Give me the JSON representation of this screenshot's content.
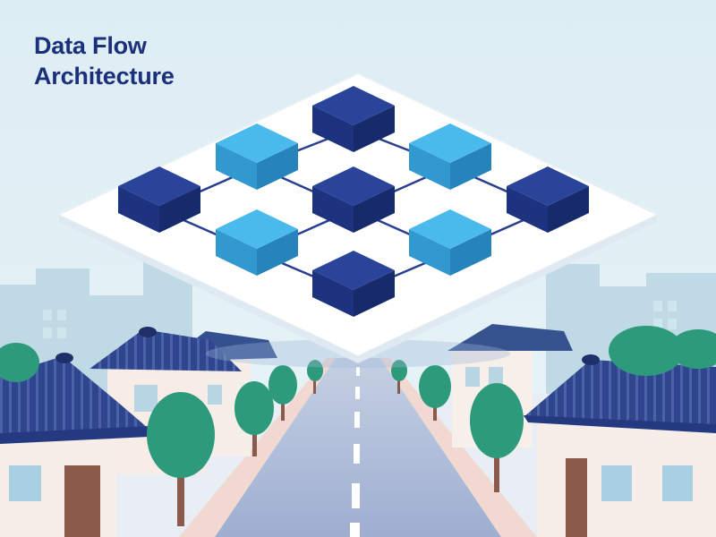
{
  "title": {
    "line1": "Data Flow",
    "line2": "Architecture"
  },
  "palette": {
    "sky": "#e3f1f6",
    "title": "#1b2f7a",
    "node_dark": "#233b8d",
    "node_light": "#3aa8e0",
    "connector": "#2a3f8f",
    "tree": "#2e9a7c",
    "roof": "#2f468f",
    "road": "#a9b7d3"
  },
  "diagram": {
    "nodes": [
      {
        "id": "n-top",
        "shade": "dark"
      },
      {
        "id": "n-upper-left",
        "shade": "light"
      },
      {
        "id": "n-upper-right",
        "shade": "light"
      },
      {
        "id": "n-left",
        "shade": "dark"
      },
      {
        "id": "n-center",
        "shade": "dark"
      },
      {
        "id": "n-right",
        "shade": "dark"
      },
      {
        "id": "n-lower-left",
        "shade": "light"
      },
      {
        "id": "n-lower-right",
        "shade": "light"
      },
      {
        "id": "n-bottom",
        "shade": "dark"
      }
    ],
    "edges": [
      [
        "n-top",
        "n-upper-left"
      ],
      [
        "n-top",
        "n-upper-right"
      ],
      [
        "n-upper-left",
        "n-left"
      ],
      [
        "n-upper-left",
        "n-center"
      ],
      [
        "n-upper-right",
        "n-center"
      ],
      [
        "n-upper-right",
        "n-right"
      ],
      [
        "n-left",
        "n-lower-left"
      ],
      [
        "n-center",
        "n-lower-left"
      ],
      [
        "n-center",
        "n-lower-right"
      ],
      [
        "n-right",
        "n-lower-right"
      ],
      [
        "n-lower-left",
        "n-bottom"
      ],
      [
        "n-lower-right",
        "n-bottom"
      ]
    ]
  }
}
